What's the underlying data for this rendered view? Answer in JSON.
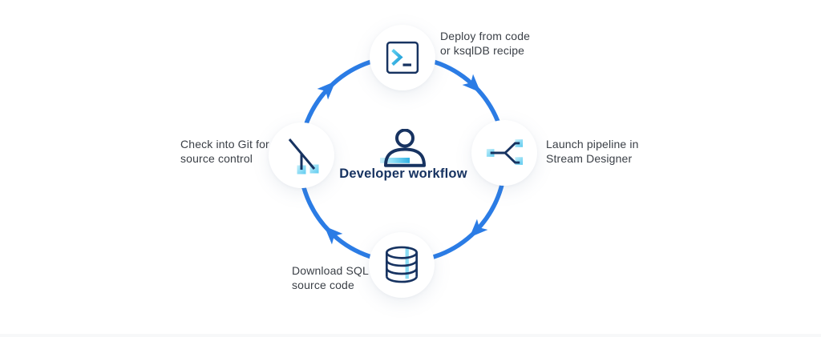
{
  "diagram": {
    "title": "Developer workflow",
    "flow_direction": "clockwise",
    "center_icon": "person-icon",
    "colors": {
      "ring_blue": "#2B7CE5",
      "icon_navy": "#173361",
      "cyan_accent": "#55C8EF",
      "label_text": "#3A3F46"
    },
    "nodes": [
      {
        "id": "deploy",
        "position": "top",
        "icon": "terminal-icon",
        "label": "Deploy from code\nor ksqlDB recipe"
      },
      {
        "id": "launch",
        "position": "right",
        "icon": "pipeline-fork-icon",
        "label": "Launch pipeline in\nStream Designer"
      },
      {
        "id": "download-sql",
        "position": "bottom",
        "icon": "database-icon",
        "label": "Download SQL\nsource code"
      },
      {
        "id": "check-into-git",
        "position": "left",
        "icon": "git-branch-icon",
        "label": "Check into Git for\nsource control"
      }
    ]
  }
}
